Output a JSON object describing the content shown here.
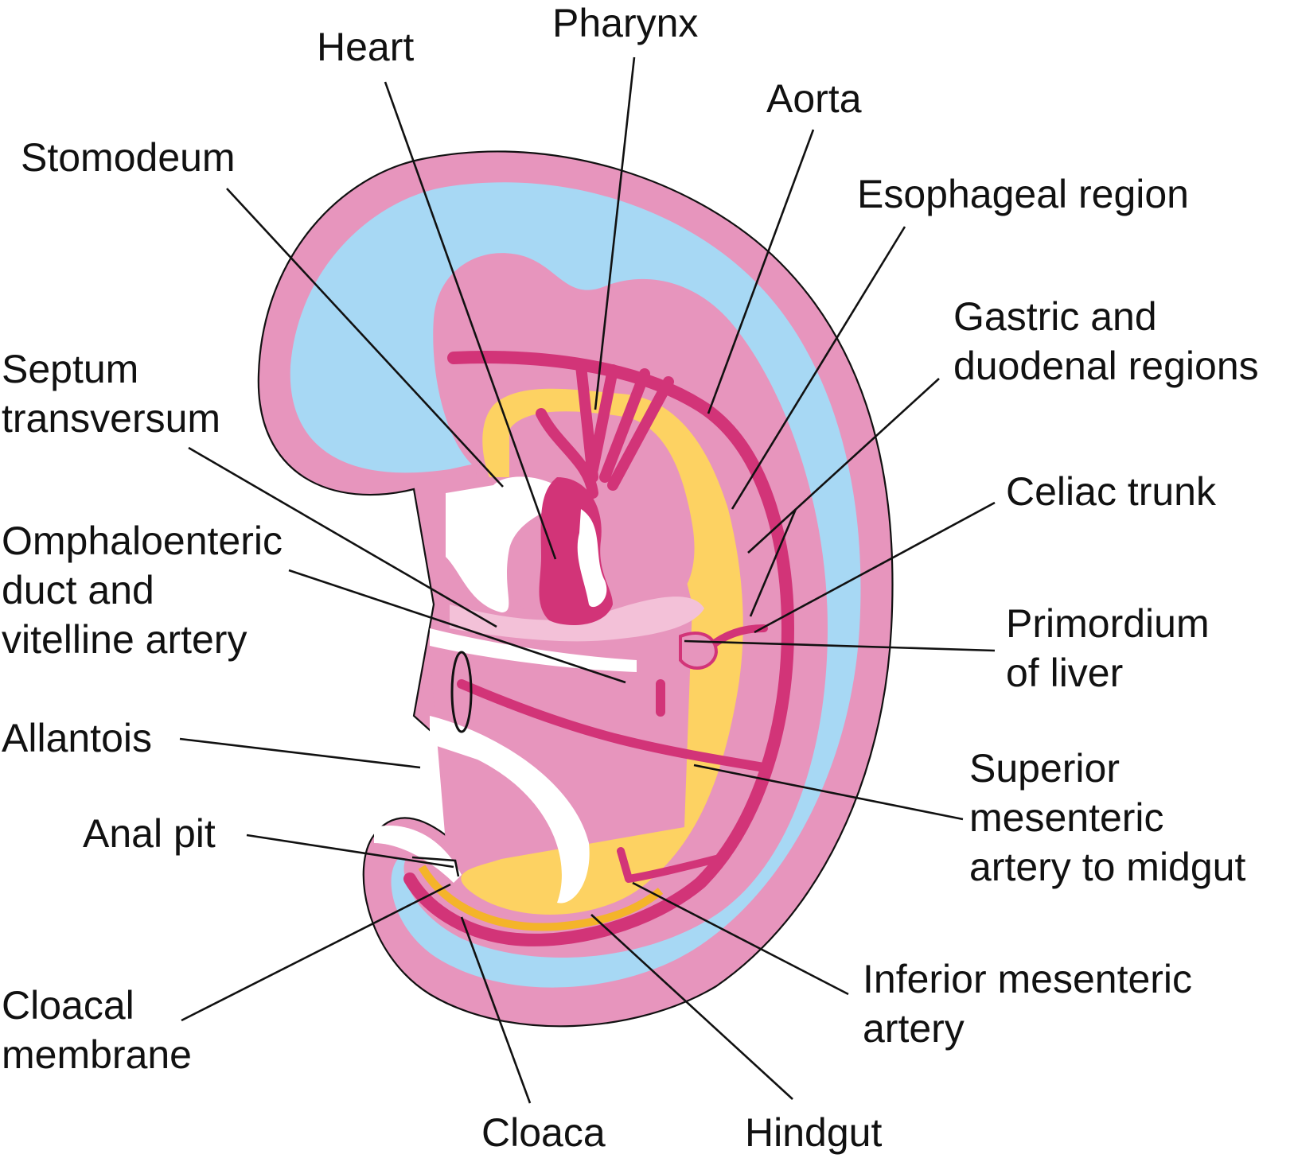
{
  "colors": {
    "body_pink": "#e795bd",
    "mesoderm_blue": "#a7d8f4",
    "endoderm_yellow": "#fdd262",
    "endoderm_orange": "#f4b42a",
    "artery_magenta": "#d23478",
    "light_pink": "#f3c1d8",
    "background": "#ffffff"
  },
  "labels": {
    "heart": "Heart",
    "pharynx": "Pharynx",
    "aorta": "Aorta",
    "stomodeum": "Stomodeum",
    "esophageal": "Esophageal region",
    "gastric": [
      "Gastric and",
      "duodenal regions"
    ],
    "septum": [
      "Septum",
      "transversum"
    ],
    "celiac": "Celiac trunk",
    "omphalo": [
      "Omphaloenteric",
      "duct and",
      "vitelline artery"
    ],
    "liver": [
      "Primordium",
      "of liver"
    ],
    "allantois": "Allantois",
    "superior": [
      "Superior",
      "mesenteric",
      "artery to midgut"
    ],
    "anal_pit": "Anal pit",
    "inferior": [
      "Inferior mesenteric",
      "artery"
    ],
    "cloacal_membrane": [
      "Cloacal",
      "membrane"
    ],
    "cloaca": "Cloaca",
    "hindgut": "Hindgut"
  }
}
